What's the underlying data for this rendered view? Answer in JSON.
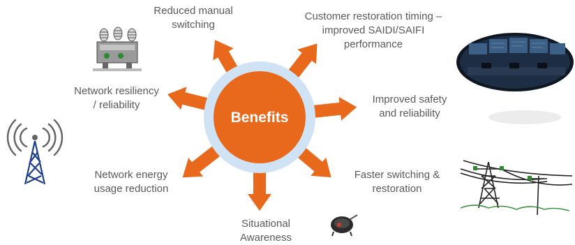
{
  "colors": {
    "hub": "#e8691c",
    "hub_ring": "#cfe3f5",
    "arrow": "#e8691c",
    "text": "#5a5a5a",
    "hub_text": "#ffffff"
  },
  "hub": {
    "label": "Benefits"
  },
  "benefits": [
    {
      "id": "reduced-manual-switching",
      "label": "Reduced manual\nswitching"
    },
    {
      "id": "customer-restoration-timing",
      "label": "Customer restoration timing –\nimproved SAIDI/SAIFI\nperformance"
    },
    {
      "id": "improved-safety",
      "label": "Improved safety\nand reliability"
    },
    {
      "id": "faster-switching",
      "label": "Faster switching &\nrestoration"
    },
    {
      "id": "situational-awareness",
      "label": "Situational\nAwareness"
    },
    {
      "id": "network-energy",
      "label": "Network energy\nusage reduction"
    },
    {
      "id": "network-resiliency",
      "label": "Network resiliency\n/ reliability"
    }
  ],
  "illustrations": [
    {
      "icon": "switchgear-icon"
    },
    {
      "icon": "control-room-icon"
    },
    {
      "icon": "radio-tower-icon"
    },
    {
      "icon": "power-lines-icon"
    },
    {
      "icon": "sensor-device-icon"
    }
  ]
}
